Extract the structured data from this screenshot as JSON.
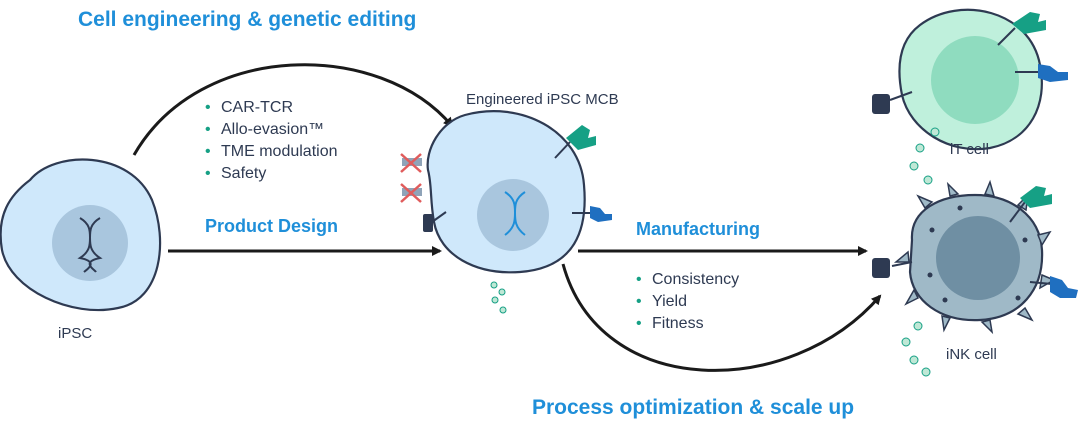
{
  "colors": {
    "heading": "#1f8fd9",
    "text": "#2e3a52",
    "bullet": "#16a085",
    "ipsc_fill": "#cfe8fb",
    "nucleus_fill": "#a9c6de",
    "it_fill": "#bff0dc",
    "ink_fill": "#9fb9c7",
    "arrow": "#1a1a1a"
  },
  "headings": {
    "top": "Cell engineering & genetic editing",
    "bottom": "Process optimization & scale up"
  },
  "subheadings": {
    "product_design": "Product Design",
    "manufacturing": "Manufacturing"
  },
  "cells": {
    "ipsc": "iPSC",
    "mcb": "Engineered iPSC MCB",
    "it": "iT cell",
    "ink": "iNK cell"
  },
  "design_bullets": [
    "CAR-TCR",
    "Allo-evasion™",
    "TME modulation",
    "Safety"
  ],
  "manufacturing_bullets": [
    "Consistency",
    "Yield",
    "Fitness"
  ],
  "bullet_glyph": "•",
  "icons": [
    "dna-helix-icon",
    "car-receptor-icon",
    "antibody-icon",
    "deleted-antigen-icon",
    "arrow-icon"
  ]
}
